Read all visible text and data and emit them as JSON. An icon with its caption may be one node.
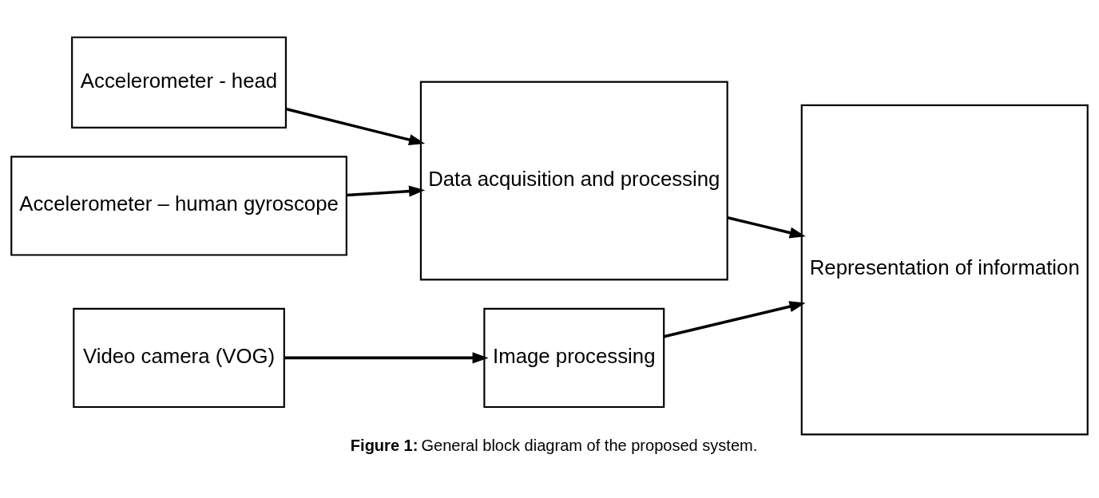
{
  "diagram": {
    "caption": "**Figure 1:** General block diagram of the proposed system.",
    "nodes": [
      {
        "text": [
          "Accelerometer - head"
        ]
      },
      {
        "text": [
          "Data acquisition and processing"
        ]
      },
      {
        "text": [
          "Representation of information"
        ]
      },
      {
        "text": [
          "Accelerometer – human gyroscope"
        ]
      },
      {
        "text": [
          "Video camera (VOG)"
        ]
      },
      {
        "text": [
          "Image processing"
        ]
      }
    ],
    "edges": [
      {
        "from": 0,
        "to": 1,
        "arrow": "to"
      },
      {
        "from": 3,
        "to": 1,
        "arrow": "to"
      },
      {
        "from": 1,
        "to": 2,
        "arrow": "to"
      },
      {
        "from": 4,
        "to": 5,
        "arrow": "to"
      },
      {
        "from": 5,
        "to": 2,
        "arrow": "to"
      }
    ]
  }
}
